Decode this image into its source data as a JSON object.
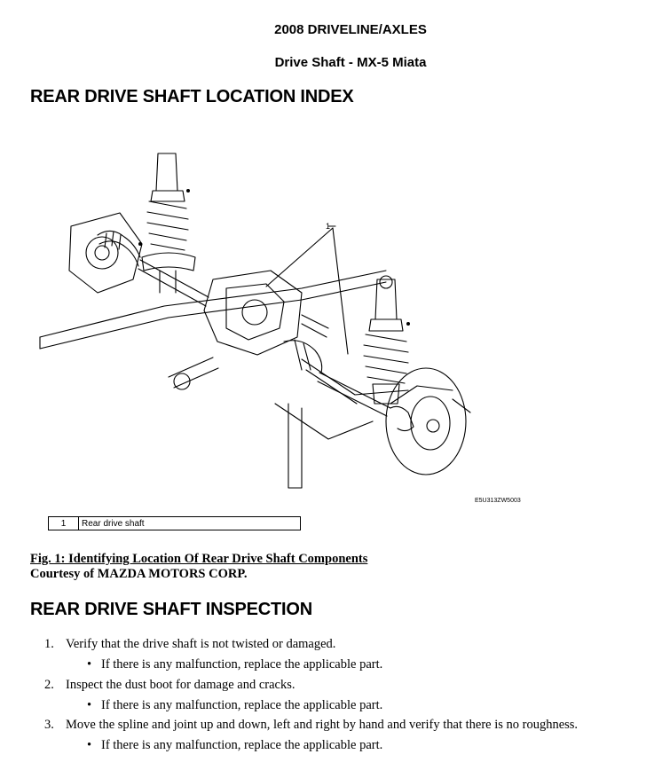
{
  "header": {
    "line1": "2008 DRIVELINE/AXLES",
    "line2": "Drive Shaft - MX-5 Miata"
  },
  "section1": {
    "title": "REAR DRIVE SHAFT LOCATION INDEX"
  },
  "figure": {
    "callout": "1",
    "code": "E5U313ZW5003",
    "legend": {
      "num": "1",
      "label": "Rear drive shaft"
    }
  },
  "caption": {
    "line1": "Fig. 1: Identifying Location Of Rear Drive Shaft Components",
    "line2": "Courtesy of MAZDA MOTORS CORP."
  },
  "section2": {
    "title": "REAR DRIVE SHAFT INSPECTION"
  },
  "steps": [
    {
      "num": "1.",
      "text": "Verify that the drive shaft is not twisted or damaged.",
      "sub": "If there is any malfunction, replace the applicable part."
    },
    {
      "num": "2.",
      "text": "Inspect the dust boot for damage and cracks.",
      "sub": "If there is any malfunction, replace the applicable part."
    },
    {
      "num": "3.",
      "text": "Move the spline and joint up and down, left and right by hand and verify that there is no roughness.",
      "sub": "If there is any malfunction, replace the applicable part."
    }
  ]
}
